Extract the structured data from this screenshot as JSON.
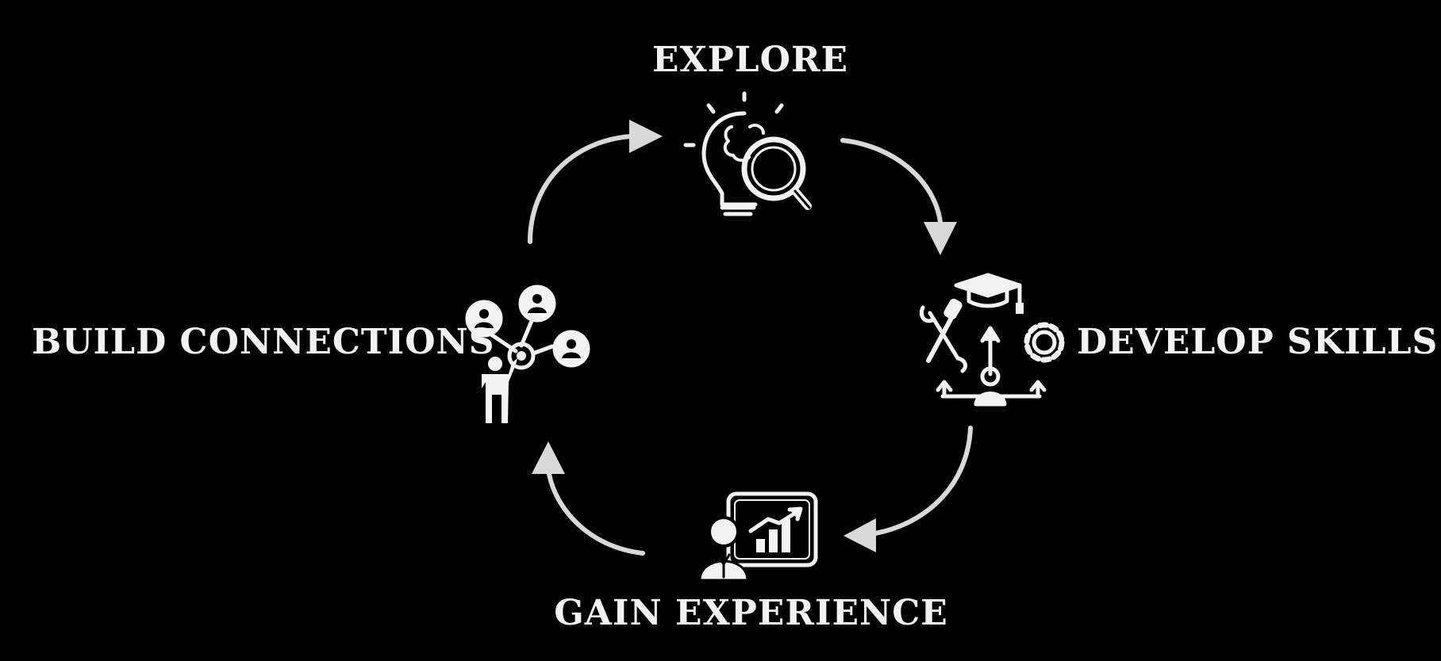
{
  "labels": {
    "explore": "EXPLORE",
    "develop": "DEVELOP SKILLS",
    "gain": "GAIN EXPERIENCE",
    "build": "BUILD CONNECTIONS"
  },
  "colors": {
    "background": "#000000",
    "foreground": "#f2f2f2",
    "arrow": "#d9d9d9"
  },
  "icons": {
    "explore": "lightbulb-brain-magnifier-icon",
    "develop": "skills-tools-graduation-icon",
    "gain": "presenter-chart-icon",
    "build": "network-people-icon"
  }
}
